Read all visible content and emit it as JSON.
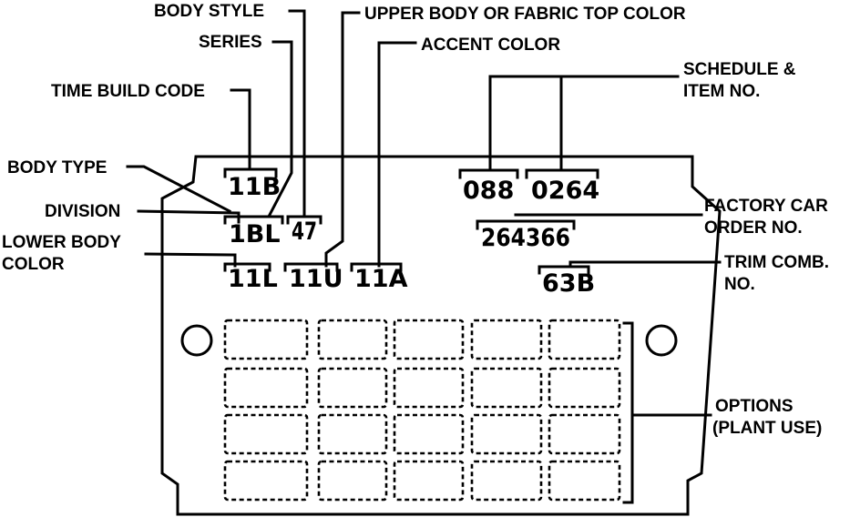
{
  "labels": {
    "body_style": "BODY STYLE",
    "upper_body": "UPPER BODY  OR FABRIC TOP COLOR",
    "series": "SERIES",
    "accent_color": "ACCENT COLOR",
    "time_build_code": "TIME BUILD CODE",
    "schedule_line1": "SCHEDULE &",
    "schedule_line2": "ITEM NO.",
    "body_type": "BODY TYPE",
    "division": "DIVISION",
    "lower_body_line1": "LOWER BODY",
    "lower_body_line2": "COLOR",
    "factory_order_line1": "FACTORY CAR",
    "factory_order_line2": "ORDER NO.",
    "trim_comb_line1": "TRIM COMB.",
    "trim_comb_line2": "NO.",
    "options_line1": "OPTIONS",
    "options_line2": "(PLANT USE)"
  },
  "codes": {
    "time_build": "11B",
    "body_type_division": "1BL",
    "body_style": "47",
    "lower_body_color": "11L",
    "upper_body_color": "11U",
    "accent_color": "11A",
    "schedule": "088",
    "item_no": "0264",
    "factory_order": "264366",
    "trim_comb": "63B"
  },
  "options_grid": {
    "rows": 4,
    "columns": 5
  }
}
